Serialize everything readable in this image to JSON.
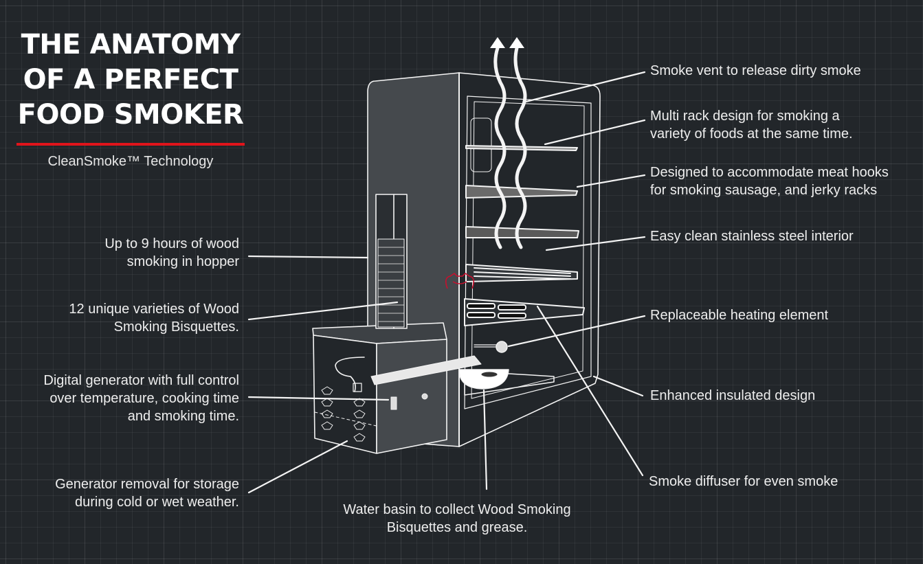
{
  "header": {
    "title_lines": [
      "THE ANATOMY",
      "OF A PERFECT",
      "FOOD SMOKER"
    ],
    "subtitle": "CleanSmoke™ Technology",
    "accent_color": "#e0141b"
  },
  "callouts_left": [
    {
      "id": "hopper",
      "text": "Up to 9 hours of wood\nsmoking in hopper"
    },
    {
      "id": "bisquettes",
      "text": "12 unique varieties of Wood\nSmoking Bisquettes."
    },
    {
      "id": "generator",
      "text": "Digital generator with full control\nover temperature, cooking time\nand smoking time."
    },
    {
      "id": "removal",
      "text": "Generator removal for storage\nduring cold or wet weather."
    }
  ],
  "callouts_right": [
    {
      "id": "vent",
      "text": "Smoke vent to release dirty smoke"
    },
    {
      "id": "multirack",
      "text": "Multi rack design for smoking a\nvariety of foods at the same time."
    },
    {
      "id": "hooks",
      "text": "Designed to accommodate meat hooks\n for smoking sausage, and jerky racks"
    },
    {
      "id": "interior",
      "text": "Easy clean stainless steel interior"
    },
    {
      "id": "heating",
      "text": "Replaceable heating element"
    },
    {
      "id": "insulated",
      "text": "Enhanced insulated design"
    },
    {
      "id": "diffuser",
      "text": "Smoke diffuser for even smoke"
    }
  ],
  "callouts_bottom": [
    {
      "id": "basin",
      "text": "Water basin to collect Wood Smoking\nBisquettes and grease."
    }
  ],
  "icons": {
    "smoke_arrows": "smoke-up-arrows",
    "watermark": "red-cat-logo"
  }
}
